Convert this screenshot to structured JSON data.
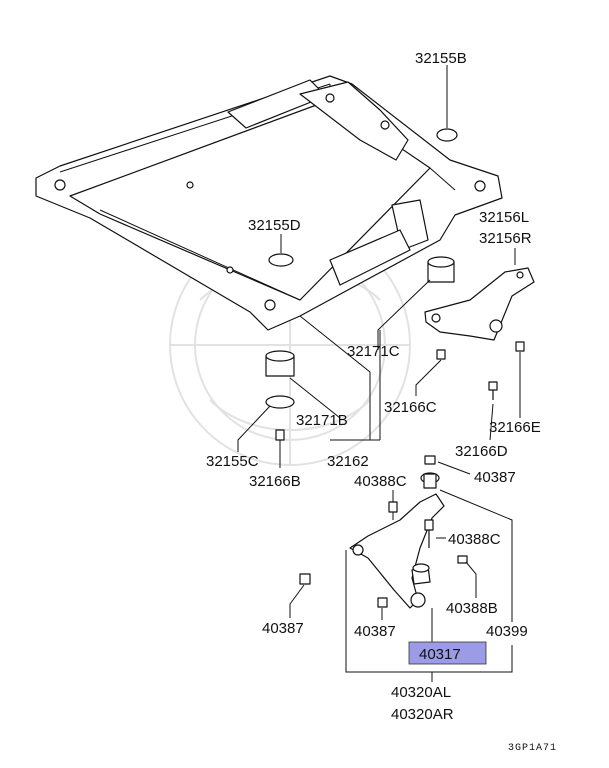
{
  "diagram": {
    "labels": {
      "p32155B": "32155B",
      "p32155D": "32155D",
      "p32156L": "32156L",
      "p32156R": "32156R",
      "p32171C": "32171C",
      "p32166C": "32166C",
      "p32166E": "32166E",
      "p32166D": "32166D",
      "p32171B": "32171B",
      "p32155C": "32155C",
      "p32166B": "32166B",
      "p32162": "32162",
      "p40388C_left": "40388C",
      "p40387_top": "40387",
      "p40388C_right": "40388C",
      "p40388B": "40388B",
      "p40387_left": "40387",
      "p40387_mid": "40387",
      "p40399": "40399",
      "p40317": "40317",
      "p40320AL": "40320AL",
      "p40320AR": "40320AR"
    },
    "highlight_color": "#9b9be6",
    "figure_code": "3GP1A71"
  }
}
